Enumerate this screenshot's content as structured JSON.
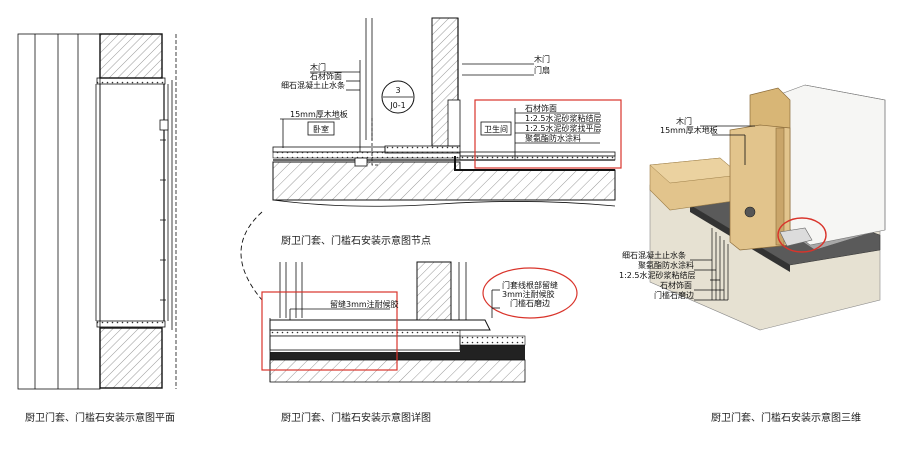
{
  "captions": {
    "plan": "厨卫门套、门槛石安装示意图平面",
    "detail": "厨卫门套、门槛石安装示意图详图",
    "three_d": "厨卫门套、门槛石安装示意图三维",
    "node": "厨卫门套、门槛石安装示意图节点"
  },
  "section_top": {
    "left_labels": [
      "木门",
      "石材饰面",
      "细石混凝土止水条"
    ],
    "floor_label": "15mm厚木地板",
    "room_left": "卧室",
    "room_right": "卫生间",
    "right_top_labels": [
      "木门",
      "门扇"
    ],
    "boxed_labels": [
      "石材饰面",
      "1:2.5水泥砂浆粘结层",
      "1:2.5水泥砂浆找平层",
      "聚氨酯防水涂料"
    ],
    "detail_mark_num": "3",
    "detail_mark_ref": "J0-1"
  },
  "section_bottom": {
    "boxed_label": "留缝3mm注耐候胶",
    "ellipse_labels": [
      "门套线根部留缝",
      "3mm注耐候胶"
    ],
    "edge_label": "门槛石磨边"
  },
  "three_d": {
    "top_labels": [
      "木门",
      "15mm厚木地板"
    ],
    "bottom_labels": [
      "细石混凝土止水条",
      "聚氨酯防水涂料",
      "1:2.5水泥砂浆粘结层",
      "石材饰面",
      "门槛石磨边"
    ]
  },
  "colors": {
    "highlight_red": "#d9342b",
    "wood": "#e2c48c",
    "wood_dark": "#c9a56a",
    "concrete": "#e6e1d2",
    "screed": "#bdbdbd",
    "black_layer": "#222222"
  }
}
